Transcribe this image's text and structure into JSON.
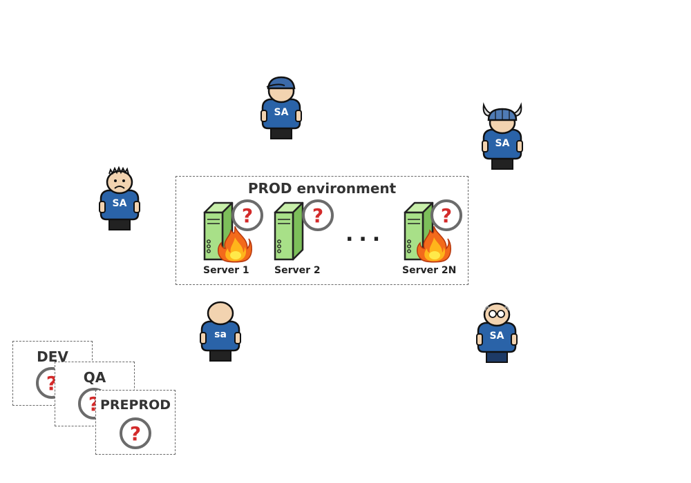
{
  "prod": {
    "title": "PROD environment",
    "servers": [
      {
        "label": "Server 1",
        "on_fire": true
      },
      {
        "label": "Server 2",
        "on_fire": false
      },
      {
        "label": "Server 2N",
        "on_fire": true
      }
    ],
    "ellipsis": "..."
  },
  "environments": [
    {
      "label": "DEV"
    },
    {
      "label": "QA"
    },
    {
      "label": "PREPROD"
    }
  ],
  "people": [
    {
      "role": "cap",
      "shirt": "SA"
    },
    {
      "role": "viking",
      "shirt": "SA"
    },
    {
      "role": "sad",
      "shirt": "SA"
    },
    {
      "role": "bald",
      "shirt": "sa"
    },
    {
      "role": "glasses",
      "shirt": "SA"
    }
  ],
  "badge_symbol": "?",
  "colors": {
    "shirt": "#2a63a8",
    "server": "#a8e088",
    "fire": "#f36a1b",
    "question": "#d32a2a",
    "badge_ring": "#6b6b6b"
  }
}
